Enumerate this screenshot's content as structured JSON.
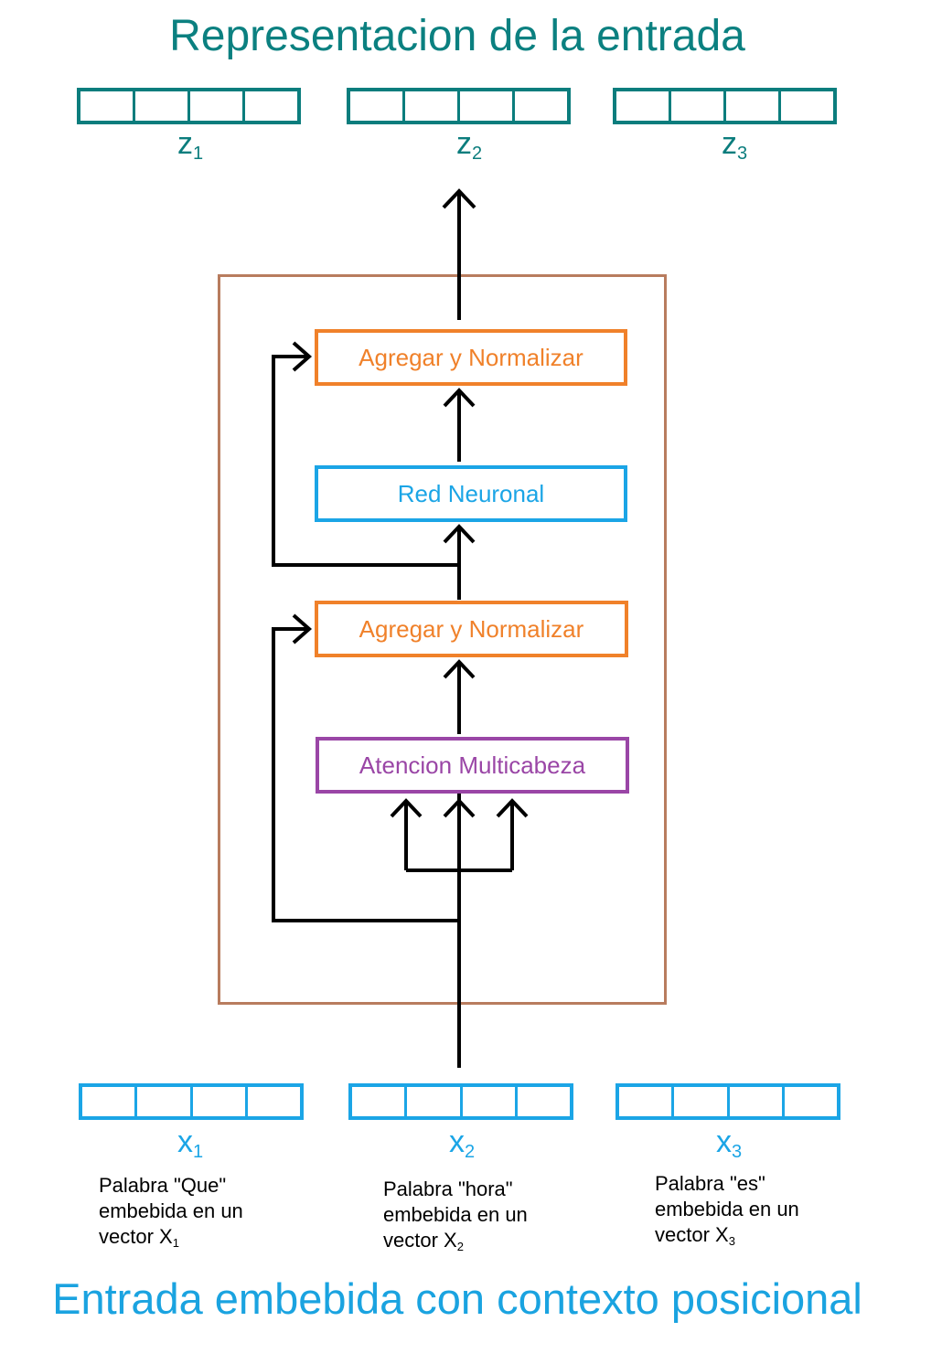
{
  "title_top": "Representacion de la entrada",
  "title_bottom": "Entrada embebida con contexto posicional",
  "outputs": [
    {
      "base": "z",
      "sub": "1"
    },
    {
      "base": "z",
      "sub": "2"
    },
    {
      "base": "z",
      "sub": "3"
    }
  ],
  "inputs": [
    {
      "base": "x",
      "sub": "1",
      "line1": "Palabra \"Que\"",
      "line2": "embebida en un",
      "line3_base": "vector X",
      "line3_sub": "1"
    },
    {
      "base": "x",
      "sub": "2",
      "line1": "Palabra  \"hora\"",
      "line2": "embebida en un",
      "line3_base": "vector X",
      "line3_sub": "2"
    },
    {
      "base": "x",
      "sub": "3",
      "line1": "Palabra  \"es\"",
      "line2": "embebida en un",
      "line3_base": "vector X",
      "line3_sub": "3"
    }
  ],
  "blocks": {
    "add_norm_top": "Agregar y Normalizar",
    "feed_forward": "Red Neuronal",
    "add_norm_bottom": "Agregar y Normalizar",
    "attention": "Atencion Multicabeza"
  },
  "colors": {
    "output": "#0b7d7d",
    "input": "#1ba5e6",
    "add_norm": "#f0812a",
    "attention": "#9a46a6",
    "encoder_frame": "#b87c5e"
  }
}
